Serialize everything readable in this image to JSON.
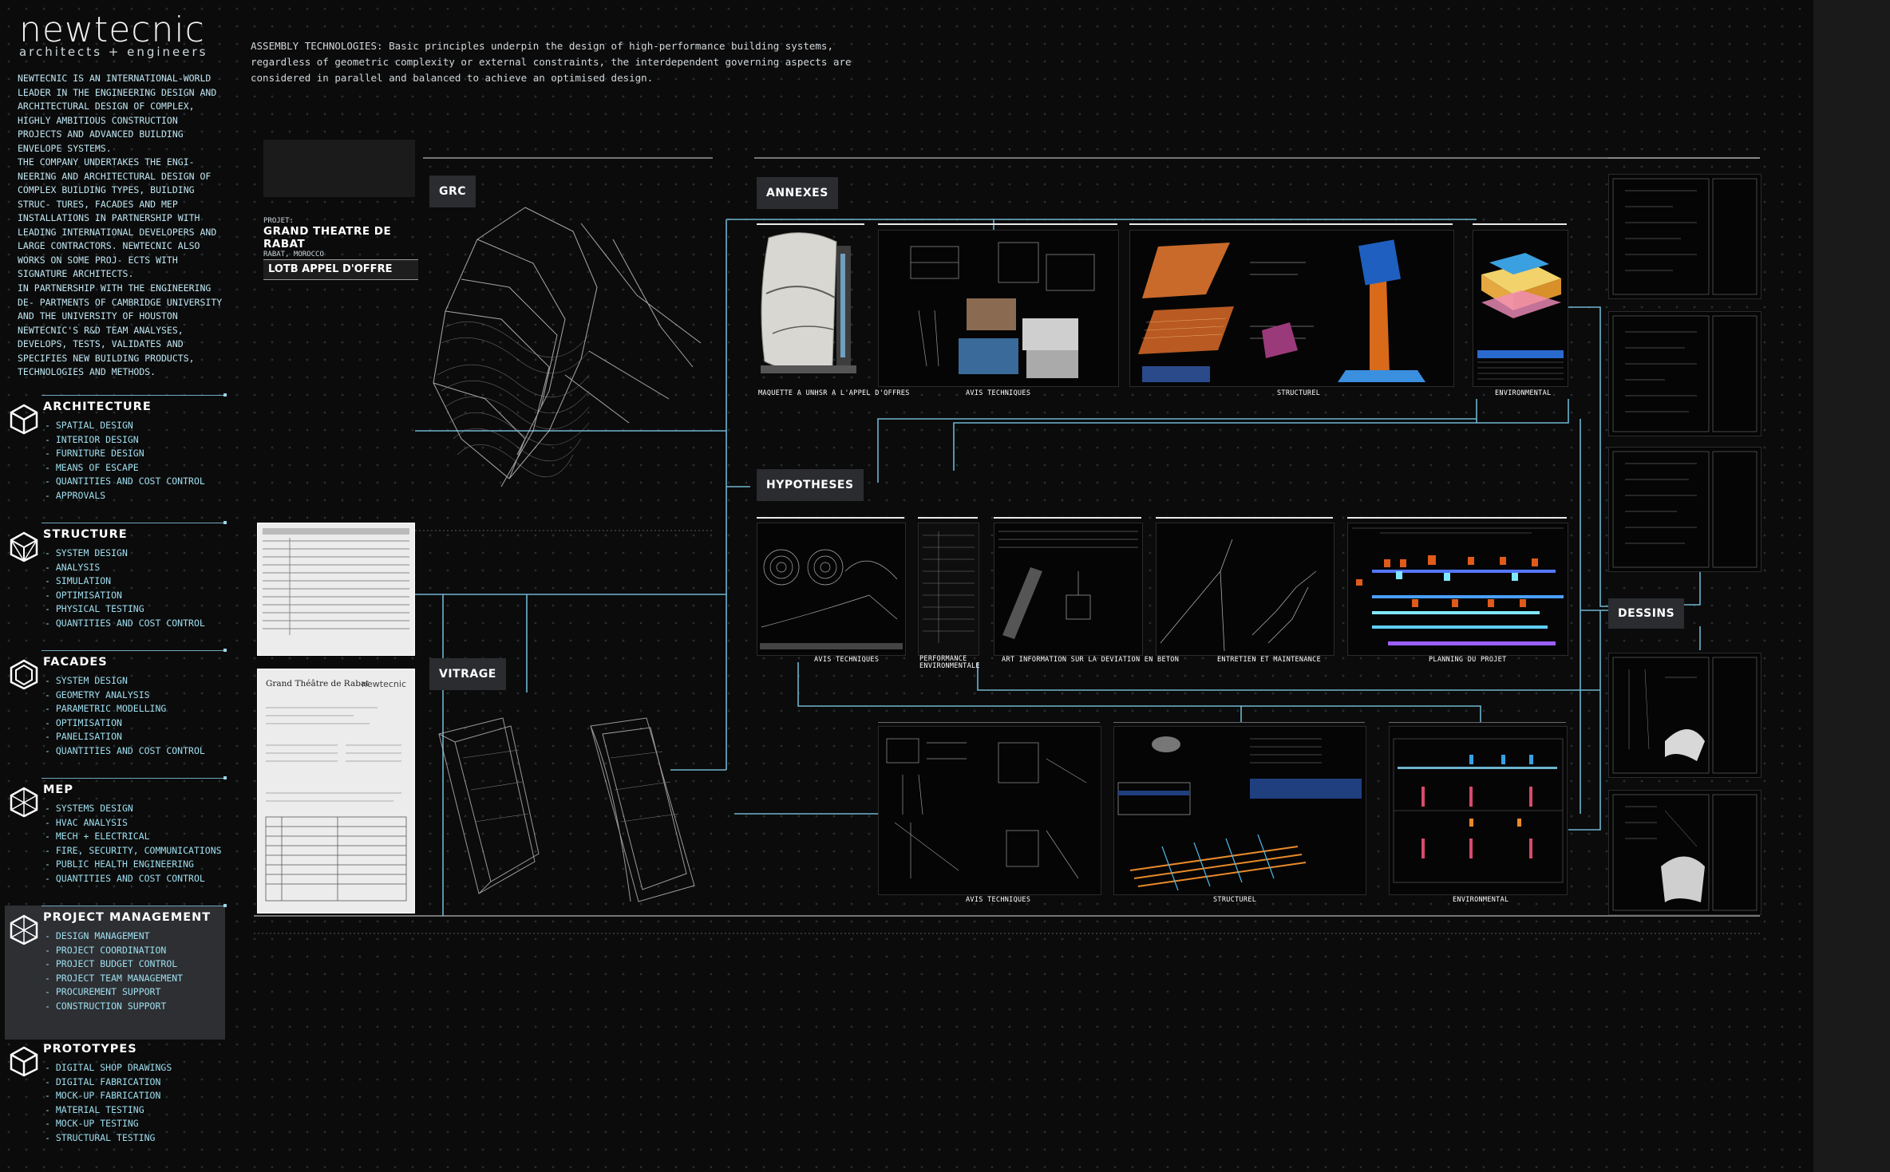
{
  "brand": {
    "name": "newtecnic",
    "subtitle": "architects + engineers"
  },
  "intro": [
    "NEWTECNIC IS AN INTERNATIONAL-WORLD LEADER IN THE ENGINEERING DESIGN AND ARCHITECTURAL DESIGN OF COMPLEX, HIGHLY AMBITIOUS CONSTRUCTION PROJECTS AND ADVANCED BUILDING ENVELOPE SYSTEMS.",
    "THE COMPANY UNDERTAKES THE ENGI- NEERING AND ARCHITECTURAL DESIGN OF COMPLEX BUILDING TYPES, BUILDING STRUC- TURES, FACADES AND MEP INSTALLATIONS IN PARTNERSHIP WITH LEADING INTERNATIONAL DEVELOPERS AND LARGE CONTRACTORS. NEWTECNIC ALSO WORKS ON SOME PROJ- ECTS WITH SIGNATURE ARCHITECTS.",
    "IN PARTNERSHIP WITH THE ENGINEERING DE- PARTMENTS OF CAMBRIDGE UNIVERSITY AND THE UNIVERSITY OF HOUSTON NEWTECNIC'S R&D TEAM ANALYSES, DEVELOPS, TESTS, VALIDATES AND SPECIFIES NEW BUILDING PRODUCTS, TECHNOLOGIES AND METHODS."
  ],
  "services": [
    {
      "title": "ARCHITECTURE",
      "icon": "cube-icon",
      "items": [
        "SPATIAL DESIGN",
        "INTERIOR DESIGN",
        "FURNITURE DESIGN",
        "MEANS OF ESCAPE",
        "QUANTITIES AND COST CONTROL",
        "APPROVALS"
      ]
    },
    {
      "title": "STRUCTURE",
      "icon": "cube-frame-icon",
      "items": [
        "SYSTEM DESIGN",
        "ANALYSIS",
        "SIMULATION",
        "OPTIMISATION",
        "PHYSICAL TESTING",
        "QUANTITIES AND COST CONTROL"
      ]
    },
    {
      "title": "FACADES",
      "icon": "hexagon-icon",
      "items": [
        "SYSTEM DESIGN",
        "GEOMETRY ANALYSIS",
        "PARAMETRIC MODELLING",
        "OPTIMISATION",
        "PANELISATION",
        "QUANTITIES AND COST CONTROL"
      ]
    },
    {
      "title": "MEP",
      "icon": "cube-pipes-icon",
      "items": [
        "SYSTEMS DESIGN",
        "HVAC ANALYSIS",
        "MECH + ELECTRICAL",
        "FIRE, SECURITY, COMMUNICATIONS",
        "PUBLIC HEALTH ENGINEERING",
        "QUANTITIES AND COST CONTROL"
      ]
    },
    {
      "title": "PROJECT MANAGEMENT",
      "icon": "cube-network-icon",
      "items": [
        "DESIGN MANAGEMENT",
        "PROJECT COORDINATION",
        "PROJECT BUDGET CONTROL",
        "PROJECT TEAM MANAGEMENT",
        "PROCUREMENT SUPPORT",
        "CONSTRUCTION SUPPORT"
      ]
    },
    {
      "title": "PROTOTYPES",
      "icon": "cube-solid-icon",
      "items": [
        "DIGITAL SHOP DRAWINGS",
        "DIGITAL FABRICATION",
        "MOCK-UP FABRICATION",
        "MATERIAL TESTING",
        "MOCK-UP TESTING",
        "STRUCTURAL TESTING"
      ]
    }
  ],
  "header_text": "ASSEMBLY TECHNOLOGIES: Basic principles underpin the design of high-performance building systems, regardless of geometric complexity or external constraints, the interdependent governing aspects are considered in parallel and balanced to achieve an optimised design.",
  "project": {
    "tag": "PROJET:",
    "name": "GRAND THEATRE DE RABAT",
    "location": "RABAT, MOROCCO",
    "lot": "LOTB APPEL D'OFFRE"
  },
  "labels": {
    "grc": "GRC",
    "vitrage": "VITRAGE",
    "annexes": "ANNEXES",
    "hypotheses": "HYPOTHESES",
    "dessins": "DESSINS"
  },
  "doc": {
    "title": "Grand Théâtre de Rabat",
    "brand": "newtecnic"
  },
  "captions": {
    "annexes": [
      "MAQUETTE A UNHSR A L'APPEL D'OFFRES",
      "AVIS TECHNIQUES",
      "STRUCTUREL",
      "ENVIRONMENTAL"
    ],
    "hypotheses": [
      "AVIS TECHNIQUES",
      "PERFORMANCE ENVIRONMENTALE",
      "ART INFORMATION SUR LA DEVIATION EN BETON",
      "ENTRETIEN ET MAINTENANCE",
      "PLANNING DU PROJET"
    ],
    "vitrage": [
      "AVIS TECHNIQUES",
      "STRUCTUREL",
      "ENVIRONMENTAL"
    ]
  },
  "colors": {
    "accent": "#6fb4cf",
    "active_bg": "#2d2f33",
    "label_bg": "#2a2c30"
  }
}
